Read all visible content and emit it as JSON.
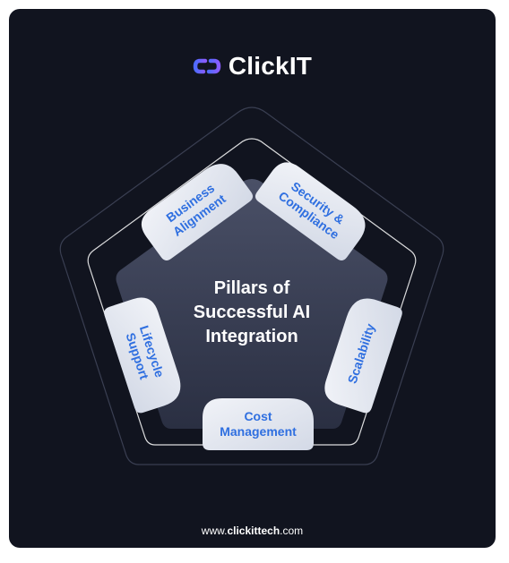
{
  "brand": {
    "name": "ClickIT",
    "icon": "link-chain-icon",
    "accent_color": "#4f6bff",
    "accent_color_2": "#8a5cff"
  },
  "diagram": {
    "center_title": [
      "Pillars of",
      "Successful AI",
      "Integration"
    ],
    "pillars": [
      {
        "name": "business-alignment",
        "lines": [
          "Business",
          "Alignment"
        ]
      },
      {
        "name": "security-compliance",
        "lines": [
          "Security &",
          "Compliance"
        ]
      },
      {
        "name": "scalability",
        "lines": [
          "Scalability"
        ]
      },
      {
        "name": "cost-management",
        "lines": [
          "Cost",
          "Management"
        ]
      },
      {
        "name": "lifecycle-support",
        "lines": [
          "Lifecycle",
          "Support"
        ]
      }
    ],
    "label_color": "#2f6fe0",
    "card_color": "#e4e8f2"
  },
  "footer": {
    "prefix": "www.",
    "brand": "clickittech",
    "suffix": ".com"
  }
}
